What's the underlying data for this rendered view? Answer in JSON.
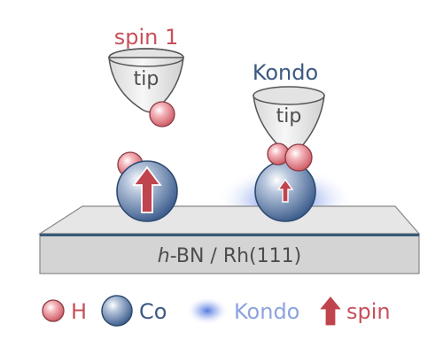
{
  "labels": {
    "spin_state": "spin 1",
    "kondo_state": "Kondo",
    "tip": "tip",
    "substrate_prefix": "h",
    "substrate_rest": "-BN / Rh(111)"
  },
  "legend": {
    "hydrogen": "H",
    "cobalt": "Co",
    "kondo": "Kondo",
    "spin": "spin"
  },
  "colors": {
    "spin_label": "#c8505a",
    "kondo_label": "#3c5a82",
    "hydrogen": "#e8808a",
    "cobalt": "#4a6a9a",
    "kondo_cloud": "#3a62d8",
    "spin_arrow": "#c0444e",
    "substrate_top": "#e6e6e6",
    "substrate_front": "#d2d2d2",
    "substrate_edge": "#3a5a7a",
    "tip_fill": "#ececec",
    "text_gray": "#4d4d4d"
  }
}
